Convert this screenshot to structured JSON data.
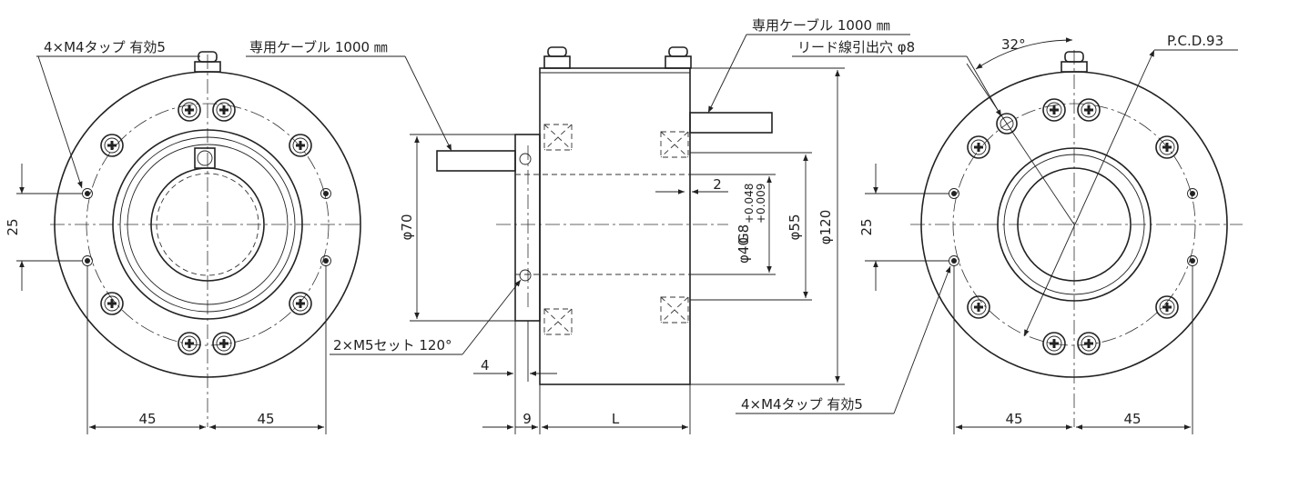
{
  "labels": {
    "tap_front": "4×M4タップ 有効5",
    "cable_front": "専用ケーブル 1000 ㎜",
    "cable_side": "専用ケーブル 1000 ㎜",
    "lead_hole": "リード線引出穴 φ8",
    "angle": "32°",
    "pcd": "P.C.D.93",
    "set_screw": "2×M5セット 120°",
    "tap_rear": "4×M4タップ 有効5"
  },
  "dims": {
    "front_v": "25",
    "front_h_left": "45",
    "front_h_right": "45",
    "rear_v": "25",
    "rear_h_left": "45",
    "rear_h_right": "45",
    "phi70": "φ70",
    "phi40": "φ40",
    "g8": "G8",
    "tol_upper": "+0.048",
    "tol_lower": "+0.009",
    "phi55": "φ55",
    "phi120": "φ120",
    "two": "2",
    "four": "4",
    "nine": "9",
    "length": "L"
  }
}
